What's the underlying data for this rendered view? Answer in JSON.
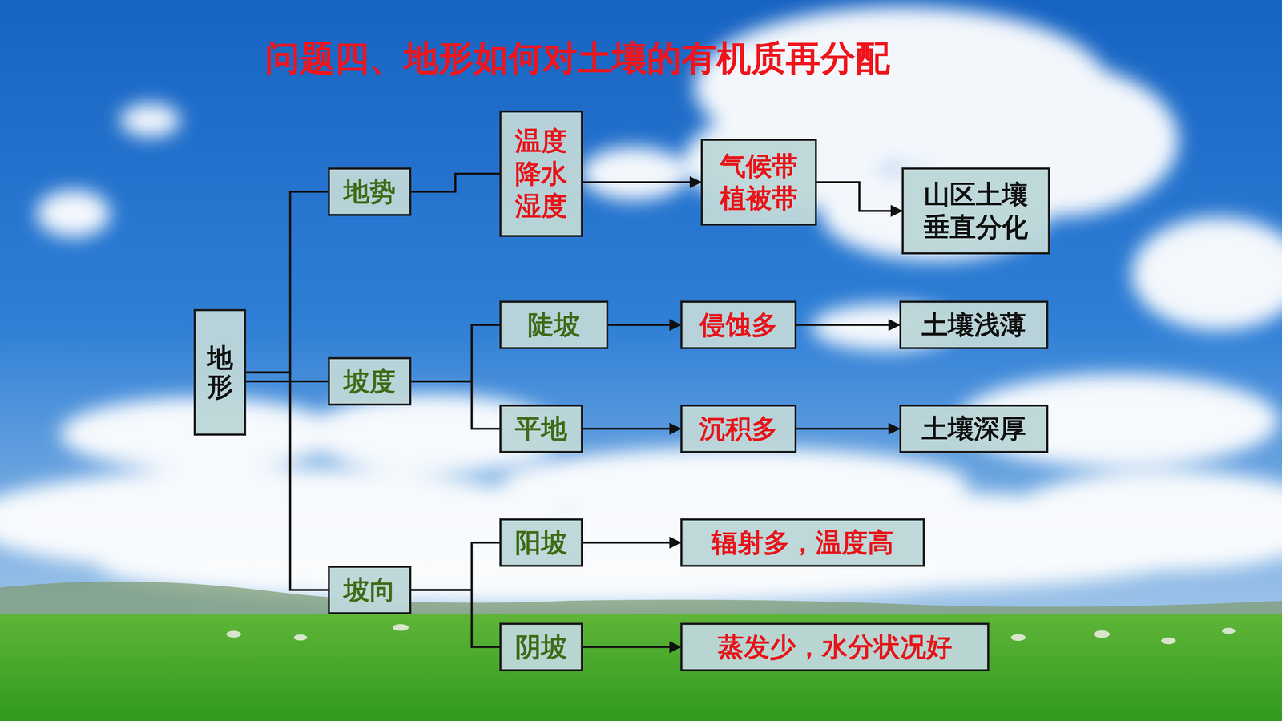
{
  "diagram": {
    "title": "问题四、地形如何对土壤的有机质再分配",
    "nodes": [
      {
        "text": [
          "地形"
        ]
      },
      {
        "text": [
          "地势"
        ]
      },
      {
        "text": [
          "温度 降水 湿度"
        ]
      },
      {
        "text": [
          "气候带 植被带"
        ]
      },
      {
        "text": [
          "山区土壤 垂直分化"
        ]
      },
      {
        "text": [
          "坡度"
        ]
      },
      {
        "text": [
          "陡坡"
        ]
      },
      {
        "text": [
          "侵蚀多"
        ]
      },
      {
        "text": [
          "土壤浅薄"
        ]
      },
      {
        "text": [
          "平地"
        ]
      },
      {
        "text": [
          "沉积多"
        ]
      },
      {
        "text": [
          "土壤深厚"
        ]
      },
      {
        "text": [
          "坡向"
        ]
      },
      {
        "text": [
          "阳坡"
        ]
      },
      {
        "text": [
          "辐射多，温度高"
        ]
      },
      {
        "text": [
          "阴坡"
        ]
      },
      {
        "text": [
          "蒸发少，水分状况好"
        ]
      }
    ],
    "edges": [
      {
        "from": 0,
        "to": 1,
        "arrow": "none"
      },
      {
        "from": 0,
        "to": 5,
        "arrow": "none"
      },
      {
        "from": 0,
        "to": 12,
        "arrow": "none"
      },
      {
        "from": 1,
        "to": 2,
        "arrow": "none"
      },
      {
        "from": 2,
        "to": 3,
        "arrow": "to"
      },
      {
        "from": 3,
        "to": 4,
        "arrow": "to"
      },
      {
        "from": 5,
        "to": 6,
        "arrow": "none"
      },
      {
        "from": 5,
        "to": 9,
        "arrow": "none"
      },
      {
        "from": 6,
        "to": 7,
        "arrow": "to"
      },
      {
        "from": 7,
        "to": 8,
        "arrow": "to"
      },
      {
        "from": 9,
        "to": 10,
        "arrow": "to"
      },
      {
        "from": 10,
        "to": 11,
        "arrow": "to"
      },
      {
        "from": 12,
        "to": 13,
        "arrow": "none"
      },
      {
        "from": 12,
        "to": 15,
        "arrow": "none"
      },
      {
        "from": 13,
        "to": 14,
        "arrow": "to"
      },
      {
        "from": 15,
        "to": 16,
        "arrow": "to"
      }
    ]
  }
}
